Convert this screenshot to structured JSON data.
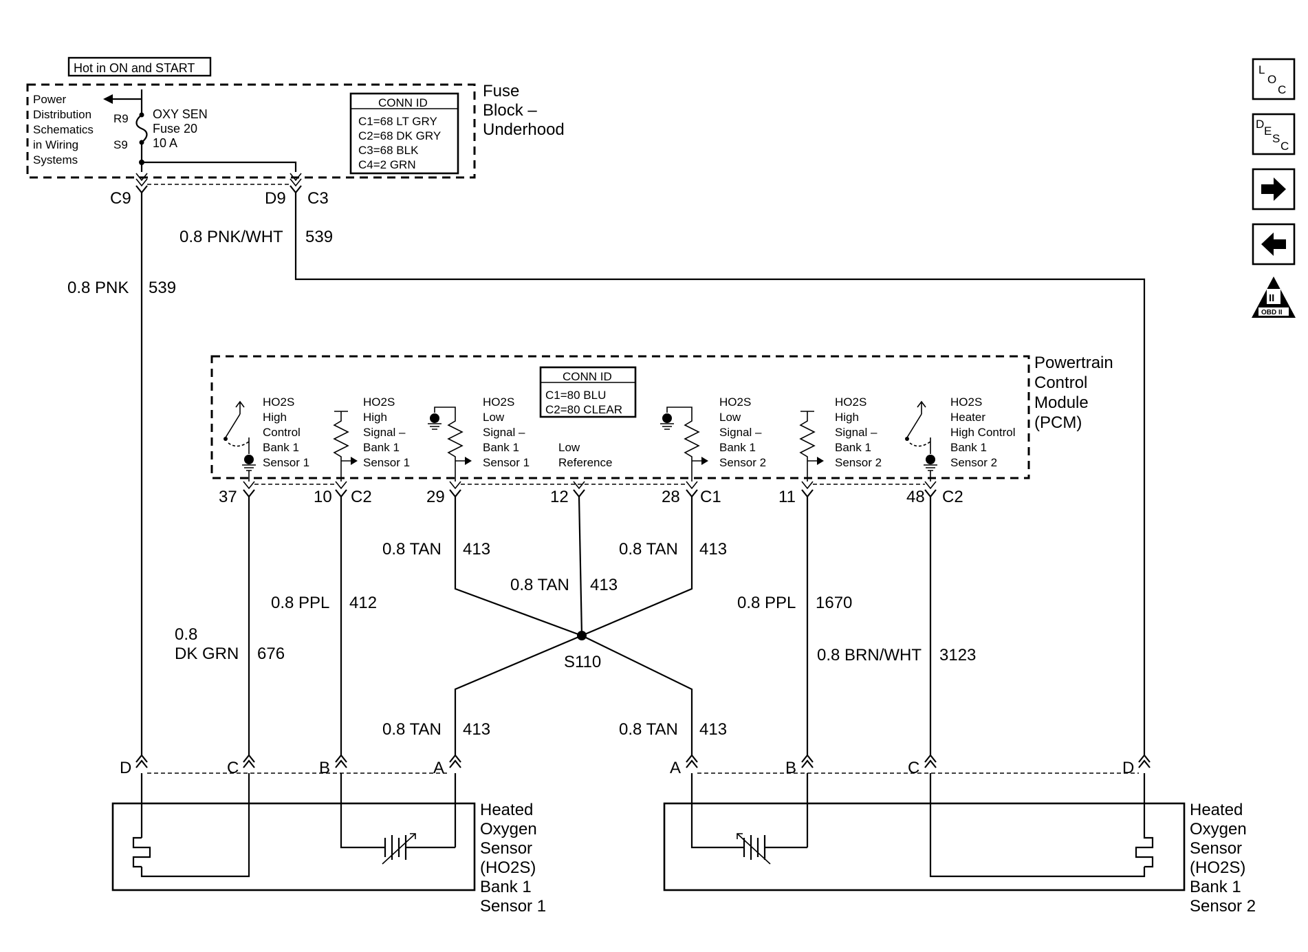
{
  "header": {
    "hot_label": "Hot in ON and START"
  },
  "fuse_block": {
    "power_ref": [
      "Power",
      "Distribution",
      "Schematics",
      "in Wiring",
      "Systems"
    ],
    "title": [
      "Fuse",
      "Block –",
      "Underhood"
    ],
    "pin_top": "R9",
    "pin_bottom": "S9",
    "fuse": [
      "OXY SEN",
      "Fuse 20",
      "10 A"
    ],
    "conn_id": {
      "title": "CONN ID",
      "lines": [
        "C1=68 LT GRY",
        "C2=68 DK GRY",
        "C3=68 BLK",
        "C4=2 GRN"
      ]
    },
    "out_left": "C9",
    "out_right_pin": "D9",
    "out_right_conn": "C3"
  },
  "wires": {
    "w_pnk": {
      "gauge": "0.8 PNK",
      "circuit": "539"
    },
    "w_pnkwht": {
      "gauge": "0.8 PNK/WHT",
      "circuit": "539"
    },
    "w_dkgrn": {
      "gauge": [
        "0.8",
        "DK GRN"
      ],
      "circuit": "676"
    },
    "w_ppl_412": {
      "gauge": "0.8 PPL",
      "circuit": "412"
    },
    "w_tan_29": {
      "gauge": "0.8 TAN",
      "circuit": "413"
    },
    "w_tan_12": {
      "gauge": "0.8 TAN",
      "circuit": "413"
    },
    "w_tan_28": {
      "gauge": "0.8 TAN",
      "circuit": "413"
    },
    "w_ppl_1670": {
      "gauge": "0.8 PPL",
      "circuit": "1670"
    },
    "w_brnwht": {
      "gauge": "0.8 BRN/WHT",
      "circuit": "3123"
    },
    "w_tan_a1": {
      "gauge": "0.8 TAN",
      "circuit": "413"
    },
    "w_tan_a2": {
      "gauge": "0.8 TAN",
      "circuit": "413"
    },
    "splice": "S110"
  },
  "pcm": {
    "title": [
      "Powertrain",
      "Control",
      "Module",
      "(PCM)"
    ],
    "conn_id": {
      "title": "CONN ID",
      "lines": [
        "C1=80 BLU",
        "C2=80 CLEAR"
      ]
    },
    "circuits": [
      {
        "lines": [
          "HO2S",
          "High",
          "Control",
          "Bank 1",
          "Sensor 1"
        ],
        "pin": "37",
        "conn": ""
      },
      {
        "lines": [
          "HO2S",
          "High",
          "Signal –",
          "Bank 1",
          "Sensor 1"
        ],
        "pin": "10",
        "conn": "C2"
      },
      {
        "lines": [
          "HO2S",
          "Low",
          "Signal –",
          "Bank 1",
          "Sensor 1"
        ],
        "pin": "29",
        "conn": ""
      },
      {
        "lines": [
          "Low",
          "Reference"
        ],
        "pin": "12",
        "conn": ""
      },
      {
        "lines": [
          "HO2S",
          "Low",
          "Signal –",
          "Bank 1",
          "Sensor 2"
        ],
        "pin": "28",
        "conn": "C1"
      },
      {
        "lines": [
          "HO2S",
          "High",
          "Signal –",
          "Bank 1",
          "Sensor 2"
        ],
        "pin": "11",
        "conn": ""
      },
      {
        "lines": [
          "HO2S",
          "Heater",
          "High Control",
          "Bank 1",
          "Sensor 2"
        ],
        "pin": "48",
        "conn": "C2"
      }
    ]
  },
  "sensors": {
    "s1": {
      "title": [
        "Heated",
        "Oxygen",
        "Sensor",
        "(HO2S)",
        "Bank 1",
        "Sensor 1"
      ],
      "pins": [
        "D",
        "C",
        "B",
        "A"
      ]
    },
    "s2": {
      "title": [
        "Heated",
        "Oxygen",
        "Sensor",
        "(HO2S)",
        "Bank 1",
        "Sensor 2"
      ],
      "pins": [
        "A",
        "B",
        "C",
        "D"
      ]
    }
  },
  "nav": {
    "loc": [
      "L",
      "O",
      "C"
    ],
    "desc": [
      "D",
      "E",
      "S",
      "C"
    ],
    "obd": "OBD II",
    "obd_mark": "II"
  }
}
